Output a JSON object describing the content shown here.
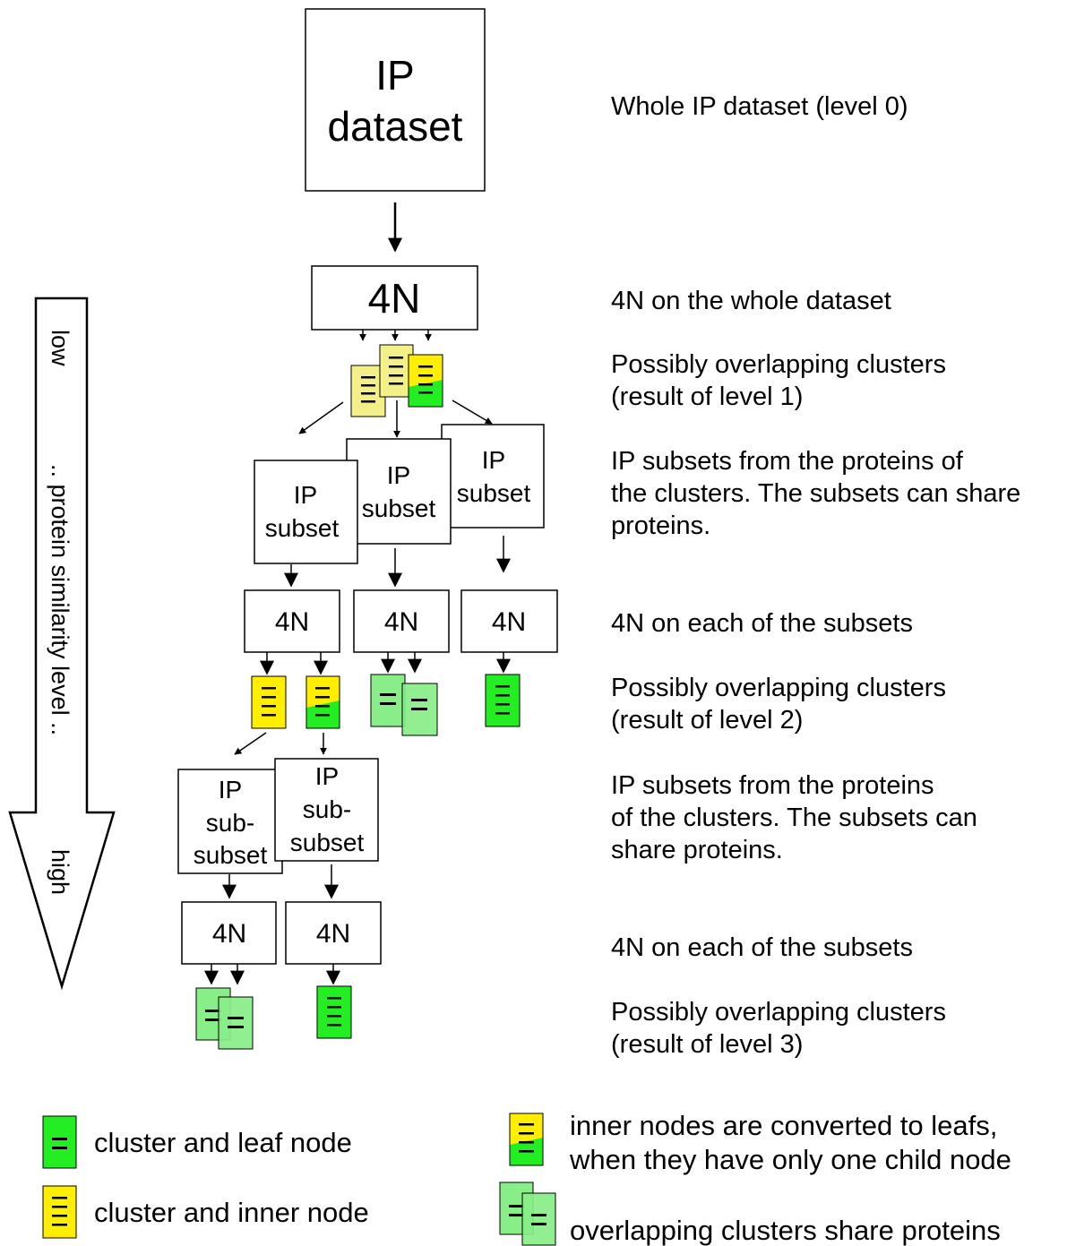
{
  "colors": {
    "leaf": "#22ee22",
    "inner": "#ffee00",
    "overlap": "#88ee88",
    "paleYellow": "#f3f08a",
    "black": "#000000",
    "white": "#ffffff"
  },
  "arrow_label": {
    "low": "low",
    "middle": "..   protein similarity level ..",
    "high": "high"
  },
  "nodes": {
    "ip_dataset": [
      "IP",
      "dataset"
    ],
    "four_n_main": "4N",
    "ip_subset_left": [
      "IP",
      "subset"
    ],
    "ip_subset_middle": [
      "IP",
      "subset"
    ],
    "ip_subset_right": [
      "IP",
      "subset"
    ],
    "four_n_l2_left": "4N",
    "four_n_l2_middle": "4N",
    "four_n_l2_right": "4N",
    "ip_subsubset_left": [
      "IP",
      "sub-",
      "subset"
    ],
    "ip_subsubset_right": [
      "IP",
      "sub-",
      "subset"
    ],
    "four_n_l3_left": "4N",
    "four_n_l3_right": "4N"
  },
  "descriptions": {
    "level0": "Whole IP dataset (level 0)",
    "four_n_whole": "4N on the whole dataset",
    "clusters_l1": [
      "Possibly overlapping clusters",
      "(result of level 1)"
    ],
    "subsets_l1": [
      "IP subsets  from the proteins of",
      "the clusters. The subsets can share",
      "proteins."
    ],
    "four_n_each_1": "4N on each of the subsets",
    "clusters_l2": [
      "Possibly overlapping clusters",
      "(result of level 2)"
    ],
    "subsets_l2": [
      "IP subsets from the proteins",
      "of the clusters. The subsets can",
      "share proteins."
    ],
    "four_n_each_2": "4N on each of the subsets",
    "clusters_l3": [
      "Possibly overlapping clusters",
      "(result of level 3)"
    ]
  },
  "legend": {
    "leaf": "cluster and leaf node",
    "inner": "cluster and inner node",
    "converted": [
      "inner nodes are converted to leafs,",
      "when they have only one child node"
    ],
    "overlap": "overlapping clusters share proteins"
  }
}
